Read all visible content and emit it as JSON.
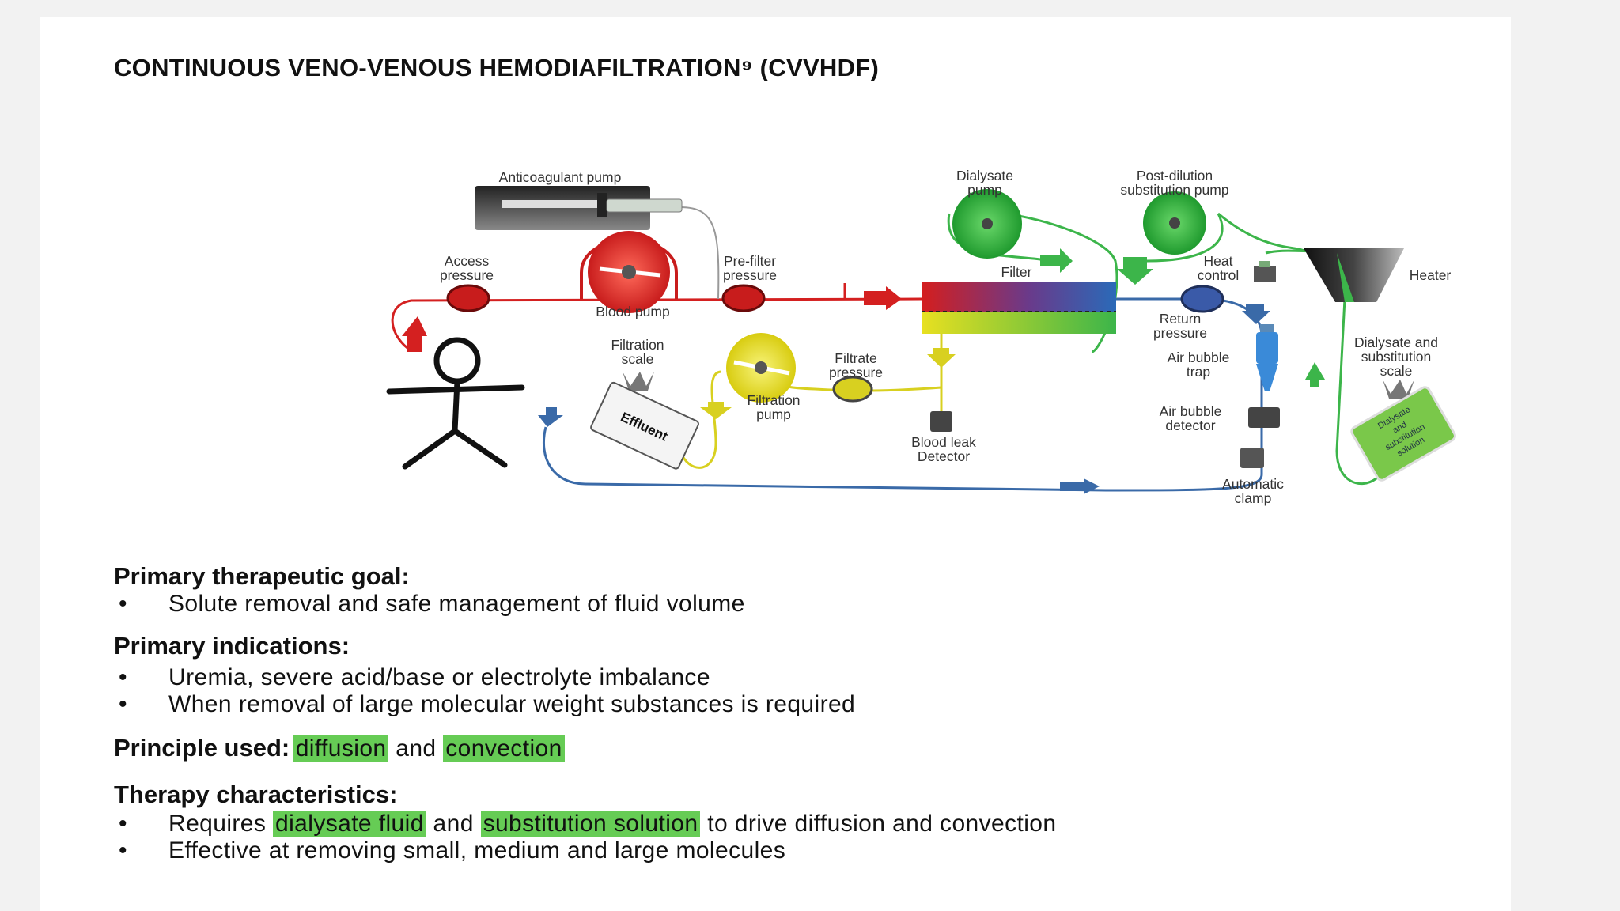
{
  "slide": {
    "title": "CONTINUOUS VENO-VENOUS HEMODIAFILTRATION⁹ (CVVHDF)"
  },
  "diagram": {
    "labels": {
      "anticoagulant_pump": "Anticoagulant pump",
      "access_pressure_1": "Access",
      "access_pressure_2": "pressure",
      "blood_pump": "Blood pump",
      "prefilter_pressure_1": "Pre-filter",
      "prefilter_pressure_2": "pressure",
      "dialysate_pump_1": "Dialysate",
      "dialysate_pump_2": "pump",
      "post_dilution_1": "Post-dilution",
      "post_dilution_2": "substitution pump",
      "filter": "Filter",
      "heat_control_1": "Heat",
      "heat_control_2": "control",
      "heater": "Heater",
      "return_pressure_1": "Return",
      "return_pressure_2": "pressure",
      "air_bubble_trap_1": "Air bubble",
      "air_bubble_trap_2": "trap",
      "air_bubble_detector_1": "Air bubble",
      "air_bubble_detector_2": "detector",
      "automatic_clamp_1": "Automatic",
      "automatic_clamp_2": "clamp",
      "dialysate_scale_1": "Dialysate and",
      "dialysate_scale_2": "substitution",
      "dialysate_scale_3": "scale",
      "filtration_scale_1": "Filtration",
      "filtration_scale_2": "scale",
      "effluent": "Effluent",
      "filtration_pump_1": "Filtration",
      "filtration_pump_2": "pump",
      "filtrate_pressure_1": "Filtrate",
      "filtrate_pressure_2": "pressure",
      "blood_leak_1": "Blood leak",
      "blood_leak_2": "Detector",
      "bag_text_1": "Dialysate",
      "bag_text_2": "and",
      "bag_text_3": "substitution",
      "bag_text_4": "solution"
    },
    "colors": {
      "blood_line": "#d42020",
      "return_line": "#3a6aa8",
      "dialysate_line": "#3cb54a",
      "effluent_line": "#d8d020"
    }
  },
  "sections": {
    "goal": {
      "heading": "Primary therapeutic goal:",
      "bullets": [
        "Solute removal and safe management of fluid volume"
      ]
    },
    "indications": {
      "heading": "Primary indications:",
      "bullets": [
        "Uremia, severe acid/base or electrolyte imbalance",
        "When removal of large molecular weight substances is required"
      ]
    },
    "principle": {
      "heading": "Principle used:",
      "term1": "diffusion",
      "conj": "and",
      "term2": "convection"
    },
    "characteristics": {
      "heading": "Therapy characteristics:",
      "b1_pre": "Requires",
      "b1_hl1": "dialysate fluid",
      "b1_mid": "and",
      "b1_hl2": "substitution solution",
      "b1_post": "to drive diffusion and convection",
      "b2": "Effective at removing small, medium and large molecules"
    },
    "bullet_symbol": "•",
    "highlight_color": "#66cc55"
  }
}
